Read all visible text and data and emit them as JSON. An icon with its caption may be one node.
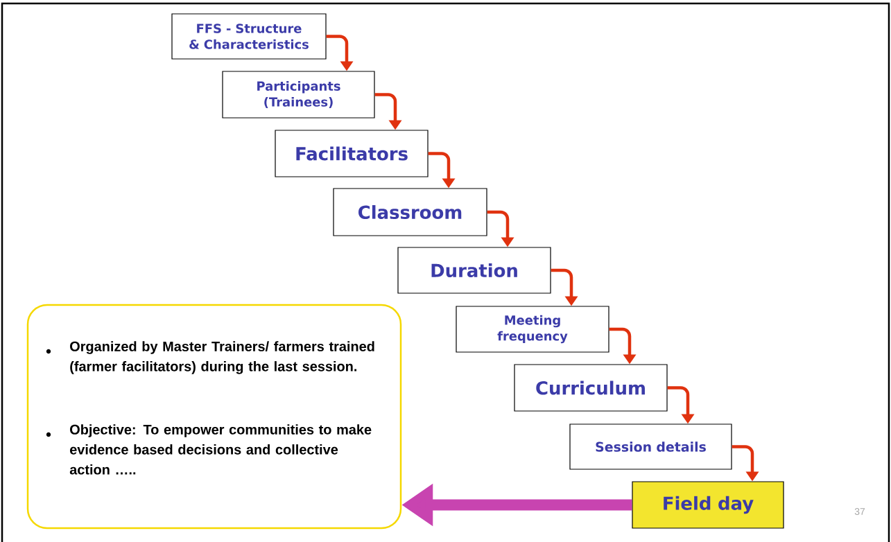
{
  "diagram": {
    "nodes": [
      {
        "text": [
          "FFS - Structure & Characteristics"
        ]
      },
      {
        "text": [
          "Participants (Trainees)"
        ]
      },
      {
        "text": [
          "Facilitators"
        ]
      },
      {
        "text": [
          "Classroom"
        ]
      },
      {
        "text": [
          "Duration"
        ]
      },
      {
        "text": [
          "Meeting frequency"
        ]
      },
      {
        "text": [
          "Curriculum"
        ]
      },
      {
        "text": [
          "Session details"
        ]
      },
      {
        "text": [
          "Field day"
        ]
      },
      {
        "text": [
          "Organized by Master Trainers/ farmers trained (farmer facilitators) during the last session.",
          "Objective: To empower communities to make evidence based decisions and collective action ….."
        ]
      }
    ],
    "edges": [
      {
        "from": 0,
        "to": 1,
        "arrow": "to"
      },
      {
        "from": 1,
        "to": 2,
        "arrow": "to"
      },
      {
        "from": 2,
        "to": 3,
        "arrow": "to"
      },
      {
        "from": 3,
        "to": 4,
        "arrow": "to"
      },
      {
        "from": 4,
        "to": 5,
        "arrow": "to"
      },
      {
        "from": 5,
        "to": 6,
        "arrow": "to"
      },
      {
        "from": 6,
        "to": 7,
        "arrow": "to"
      },
      {
        "from": 7,
        "to": 8,
        "arrow": "to"
      },
      {
        "from": 8,
        "to": 9,
        "arrow": "to",
        "style": "thick",
        "color": "#c844b0"
      }
    ],
    "labels": [
      "37"
    ]
  }
}
